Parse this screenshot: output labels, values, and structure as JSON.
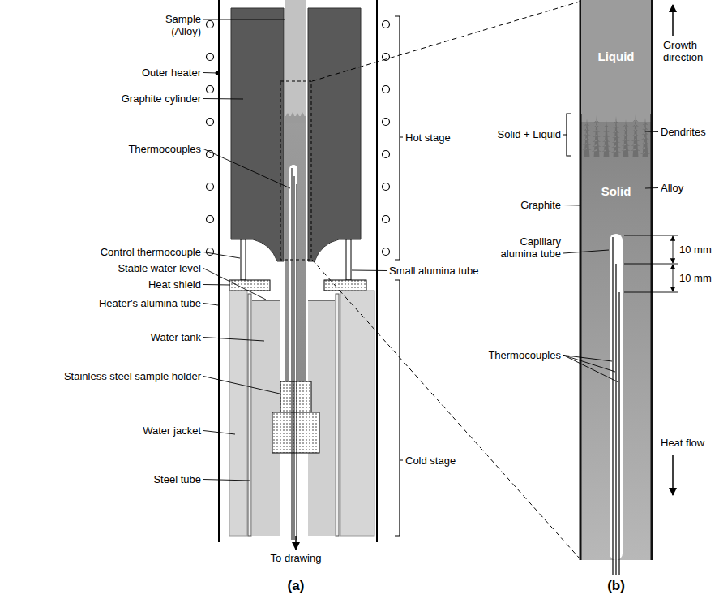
{
  "diagram": {
    "nodes": [
      {
        "text": [
          "Liquid"
        ]
      },
      {
        "text": [
          "Solid"
        ]
      }
    ],
    "labels": [
      "Sample (Alloy)",
      "Outer heater",
      "Graphite cylinder",
      "Thermocouples",
      "Hot stage",
      "Control thermocouple",
      "Small alumina tube",
      "Stable water level",
      "Heat shield",
      "Heater's alumina tube",
      "Water tank",
      "Stainless steel sample holder",
      "Cold stage",
      "Water jacket",
      "Steel tube",
      "To drawing",
      "(a)",
      "Growth direction",
      "Solid + Liquid",
      "Dendrites",
      "Graphite",
      "Alloy",
      "Capillary alumina tube",
      "10 mm",
      "10 mm",
      "Thermocouples",
      "Heat flow",
      "(b)"
    ]
  }
}
